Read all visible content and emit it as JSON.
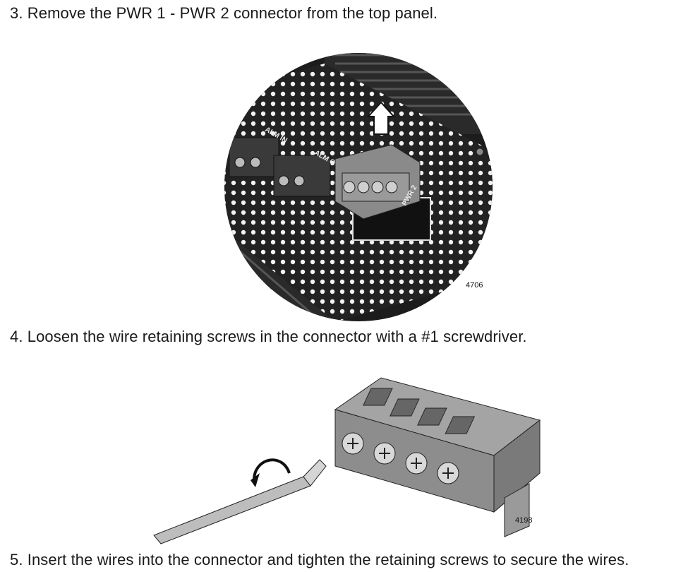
{
  "steps": [
    {
      "text": "3. Remove the PWR 1 - PWR 2 connector from the top panel."
    },
    {
      "text": "4. Loosen the wire retaining screws in the connector with a #1 screwdriver."
    },
    {
      "text": "5. Insert the wires into the connector and tighten the retaining screws to secure the wires."
    }
  ],
  "figures": {
    "panel": {
      "figure_number": "4706",
      "labels": {
        "alm_in": "ALM IN",
        "alm_out": "ALM O",
        "pwr": "PWR 2"
      }
    },
    "connector": {
      "figure_number": "4198"
    }
  }
}
